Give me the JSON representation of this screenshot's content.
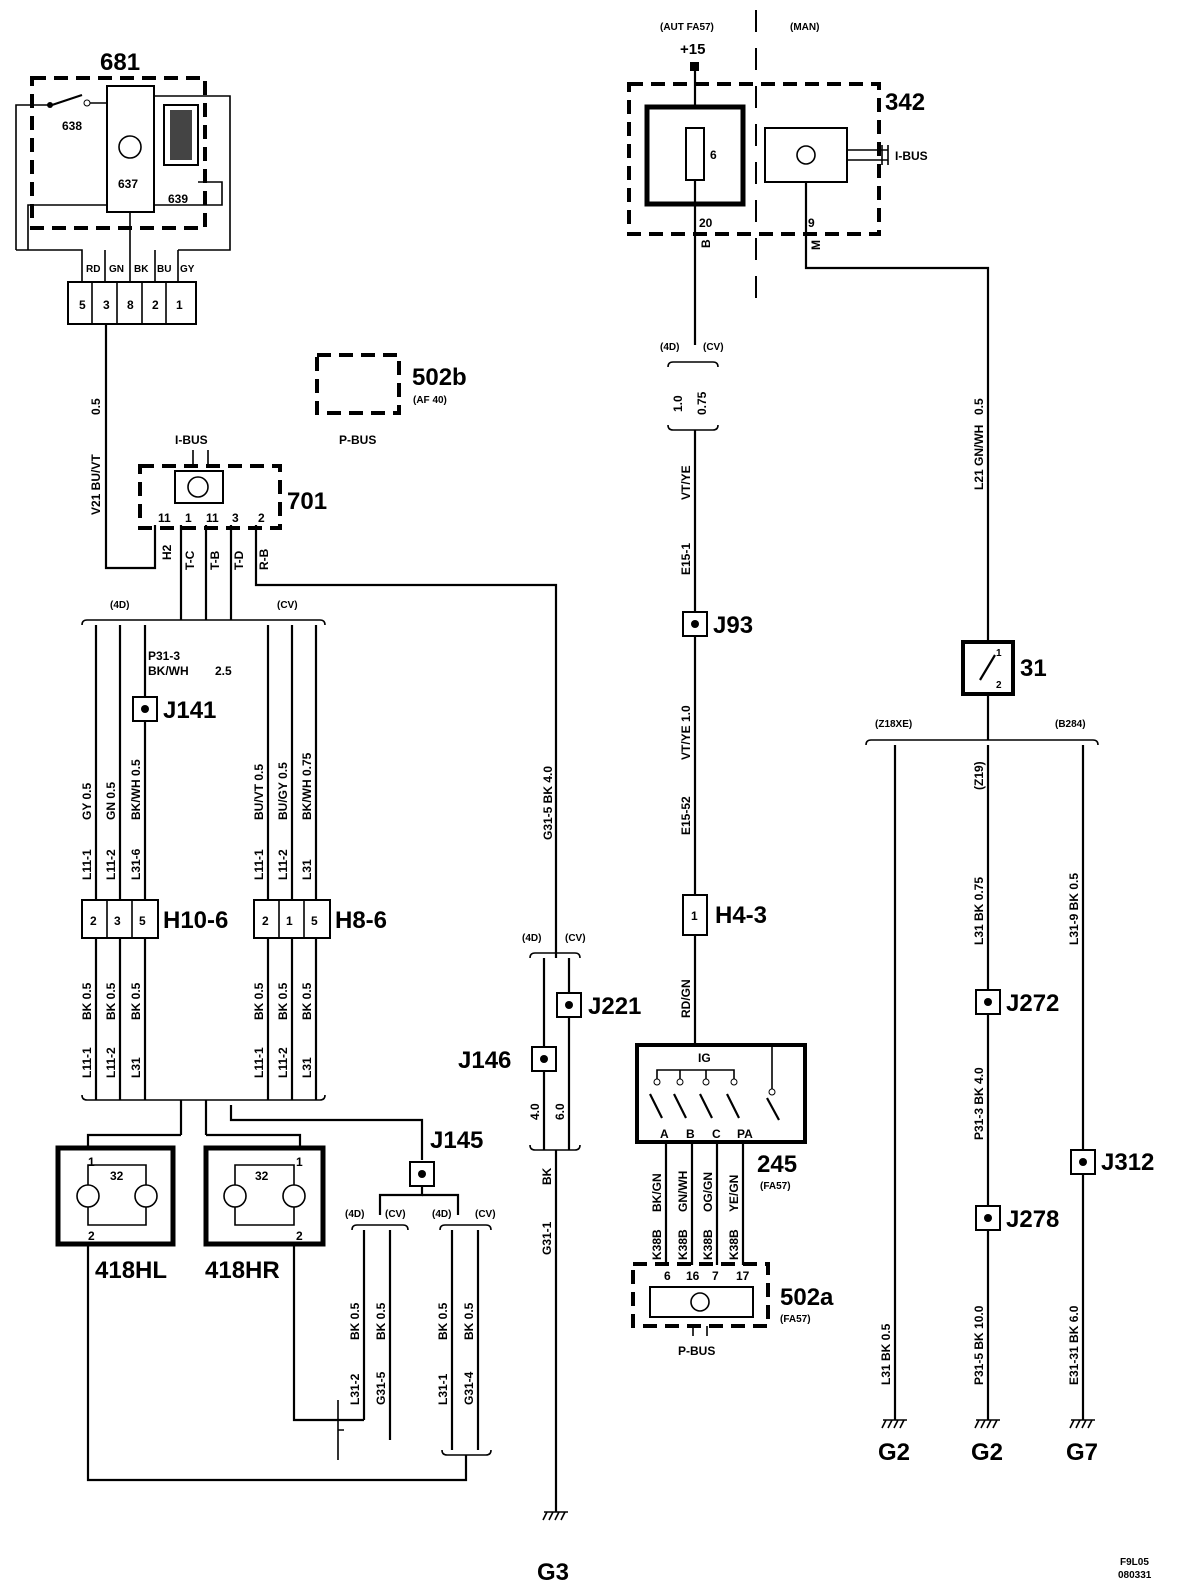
{
  "labels": {
    "c681": "681",
    "c638": "638",
    "c637": "637",
    "c639": "639",
    "pin_rd": "RD",
    "pin_gn": "GN",
    "pin_bk": "BK",
    "pin_bu": "BU",
    "pin_gy": "GY",
    "p5": "5",
    "p3": "3",
    "p8": "8",
    "p2": "2",
    "p1": "1",
    "c502b": "502b",
    "af40": "(AF 40)",
    "pbus1": "P-BUS",
    "ibus1": "I-BUS",
    "c701": "701",
    "n11a": "11",
    "n1": "1",
    "n11b": "11",
    "n3": "3",
    "n2": "2",
    "h2": "H2",
    "tc": "T-C",
    "tb": "T-B",
    "td": "T-D",
    "rb": "R-B",
    "w_v21_a": "V21  BU/VT",
    "w_v21_b": "0.5",
    "g4d_l": "(4D)",
    "gcv_l": "(CV)",
    "p31_3": "P31-3",
    "bkwh": "BK/WH",
    "v25": "2.5",
    "j141": "J141",
    "w_gy": "GY 0.5",
    "w_gn": "GN 0.5",
    "w_bkwh": "BK/WH  0.5",
    "w_l111": "L11-1",
    "w_l112": "L11-2",
    "w_l316": "L31-6",
    "w_buvt": "BU/VT  0.5",
    "w_bugy": "BU/GY  0.5",
    "w_bkwh2": "BK/WH  0.75",
    "w_l111b": "L11-1",
    "w_l112b": "L11-2",
    "w_l31": "L31",
    "h106": "H10-6",
    "h86": "H8-6",
    "h106_p": [
      "2",
      "3",
      "5"
    ],
    "h86_p": [
      "2",
      "1",
      "5"
    ],
    "w_bk05": "BK  0.5",
    "w_l111c": "L11-1",
    "w_l112c": "L11-2",
    "w_l31c": "L31",
    "w_l111d": "L11-1",
    "w_l112d": "L11-2",
    "w_l31d": "L31",
    "g31_5": "G31-5  BK  4.0",
    "g4d_m": "(4D)",
    "gcv_m": "(CV)",
    "j221": "J221",
    "j146": "J146",
    "v40": "4.0",
    "v60": "6.0",
    "wbk": "BK",
    "g31_1": "G31-1",
    "j145": "J145",
    "c32a": "32",
    "c32b": "32",
    "l1a": "1",
    "l2a": "2",
    "l1b": "1",
    "l2b": "2",
    "c418hl": "418HL",
    "c418hr": "418HR",
    "g4d_b1": "(4D)",
    "gcv_b1": "(CV)",
    "g4d_b2": "(4D)",
    "gcv_b2": "(CV)",
    "w_l312": "L31-2",
    "w_g315": "G31-5",
    "w_l311": "L31-1",
    "w_g314": "G31-4",
    "g3": "G3",
    "aut": "(AUT FA57)",
    "man": "(MAN)",
    "p15": "+15",
    "c342": "342",
    "c6": "6",
    "ibus2": "I-BUS",
    "n20": "20",
    "nb": "B",
    "n9": "9",
    "nm": "M",
    "g4d_r": "(4D)",
    "gcv_r": "(CV)",
    "v10": "1.0",
    "v075": "0.75",
    "vtye": "VT/YE",
    "e151": "E15-1",
    "j93": "J93",
    "vtye10": "VT/YE  1.0",
    "e1552": "E15-52",
    "h43": "H4-3",
    "h43_p": "1",
    "rdgn": "RD/GN",
    "ig": "IG",
    "sa": "A",
    "sb": "B",
    "sc": "C",
    "spa": "PA",
    "c245": "245",
    "fa57a": "(FA57)",
    "w_bkgn": "BK/GN",
    "w_gnwh": "GN/WH",
    "w_oggn": "OG/GN",
    "w_yegn": "YE/GN",
    "k38": "K38B",
    "n6": "6",
    "n16": "16",
    "n7": "7",
    "n17": "17",
    "c502a": "502a",
    "fa57b": "(FA57)",
    "pbus2": "P-BUS",
    "l21": "L21  GN/WH",
    "v05r": "0.5",
    "c31": "31",
    "s1": "1",
    "s2": "2",
    "z18xe": "(Z18XE)",
    "b284": "(B284)",
    "z19": "(Z19)",
    "l31_bk075": "L31  BK  0.75",
    "l31_9": "L31-9  BK  0.5",
    "j272": "J272",
    "p31_3b": "P31-3  BK  4.0",
    "j312": "J312",
    "j278": "J278",
    "l31_bk05": "L31  BK  0.5",
    "p31_5": "P31-5  BK  10.0",
    "e31_31": "E31-31  BK  6.0",
    "g2a": "G2",
    "g2b": "G2",
    "g7": "G7",
    "f9l05": "F9L05",
    "d080331": "080331"
  }
}
